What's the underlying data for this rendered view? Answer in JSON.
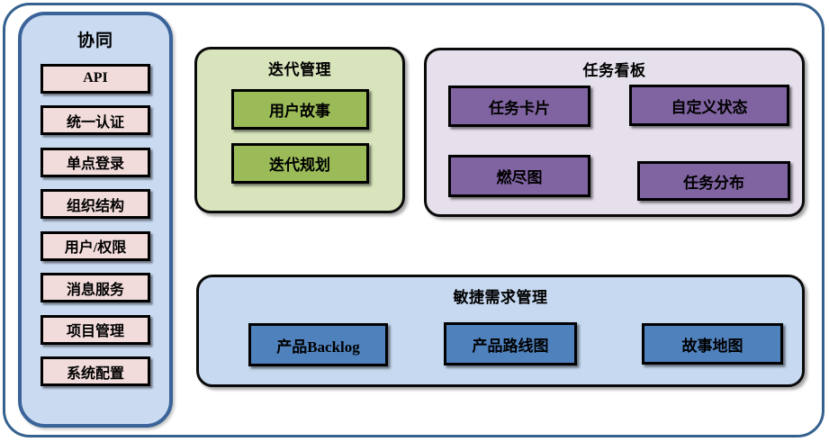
{
  "diagram": {
    "sidebar": {
      "title": "协同",
      "items": [
        "API",
        "统一认证",
        "单点登录",
        "组织结构",
        "用户/权限",
        "消息服务",
        "项目管理",
        "系统配置"
      ]
    },
    "iteration_panel": {
      "title": "迭代管理",
      "items": [
        "用户故事",
        "迭代规划"
      ]
    },
    "kanban_panel": {
      "title": "任务看板",
      "items": [
        "任务卡片",
        "自定义状态",
        "燃尽图",
        "任务分布"
      ]
    },
    "agile_panel": {
      "title": "敏捷需求管理",
      "items": [
        "产品Backlog",
        "产品路线图",
        "故事地图"
      ]
    },
    "colors": {
      "outer_border": "#35618F",
      "sidebar_fill": "#C9DAF1",
      "sidebar_border": "#3A6399",
      "sidebar_item_fill": "#F2DCDB",
      "iteration_panel_fill": "#D8E4BC",
      "iteration_item_fill": "#9BBB59",
      "kanban_panel_fill": "#E6E0EC",
      "kanban_item_fill": "#8064A2",
      "agile_panel_fill": "#C6D9F0",
      "agile_item_fill": "#4F81BD",
      "box_border": "#000000",
      "text": "#000000"
    }
  }
}
